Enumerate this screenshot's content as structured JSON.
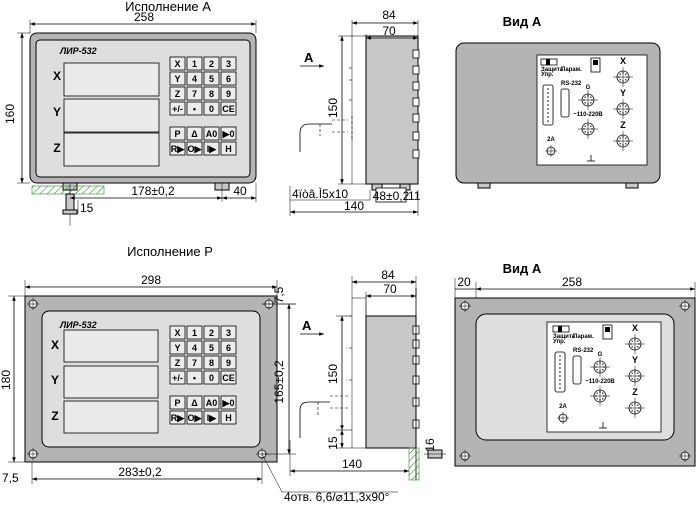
{
  "headings": {
    "variant_a": "Исполнение А",
    "variant_p": "Исполнение P",
    "view_a_top": "Вид А",
    "view_a_bottom": "Вид А",
    "arrow_a_top": "А",
    "arrow_a_bottom": "А"
  },
  "device": {
    "model": "ЛИР-532",
    "axes": [
      "X",
      "Y",
      "Z"
    ],
    "keypad": [
      "X",
      "1",
      "2",
      "3",
      "Y",
      "4",
      "5",
      "6",
      "Z",
      "7",
      "8",
      "9",
      "+/-",
      "•",
      "0",
      "CE"
    ],
    "func_keys": [
      "P",
      "Δ",
      "A0",
      "▶0",
      "R▶",
      "O▶",
      "I▶",
      "H"
    ]
  },
  "rear_panel": {
    "labels": [
      "Защита",
      "Упр.",
      "Парам.",
      "RS-232",
      "~110-220В",
      "2A",
      "G"
    ],
    "axes": [
      "X",
      "Y",
      "Z"
    ]
  },
  "dims_a": {
    "width": "258",
    "height": "160",
    "feet_spacing": "178±0,2",
    "foot_offset": "40",
    "stud": "15",
    "depth": "84",
    "depth_inner": "70",
    "side_height": "150",
    "bottom_holes": "4ïòâ.Ì5x10",
    "holes_spacing": "48±0,2",
    "holes_offset": "11",
    "side_total": "140"
  },
  "dims_p": {
    "width": "298",
    "height": "180",
    "corner": "7,5",
    "holes_w": "283±0,2",
    "holes_h": "165±0,2",
    "corner_bottom": "7,5",
    "holes_note": "4отв. 6,6/⌀11,3x90°",
    "depth": "84",
    "depth_inner": "70",
    "side_height": "150",
    "flange": "15",
    "flange_side": "16",
    "side_total": "140",
    "rear_width": "258",
    "rear_offset": "20"
  }
}
